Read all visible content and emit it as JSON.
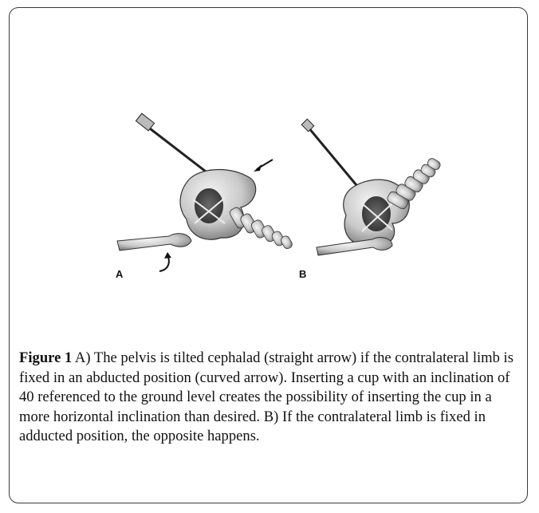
{
  "figure": {
    "label_a": "A",
    "label_b": "B",
    "caption_title": "Figure 1",
    "caption_text": " A) The pelvis is tilted cephalad (straight arrow) if the contralateral limb is fixed in an abducted position (curved arrow). Inserting a cup with an inclination of 40 referenced to the ground level creates the possibility of inserting the cup in a more horizontal inclination than desired. B) If the contralateral limb is fixed in adducted position, the opposite happens."
  }
}
